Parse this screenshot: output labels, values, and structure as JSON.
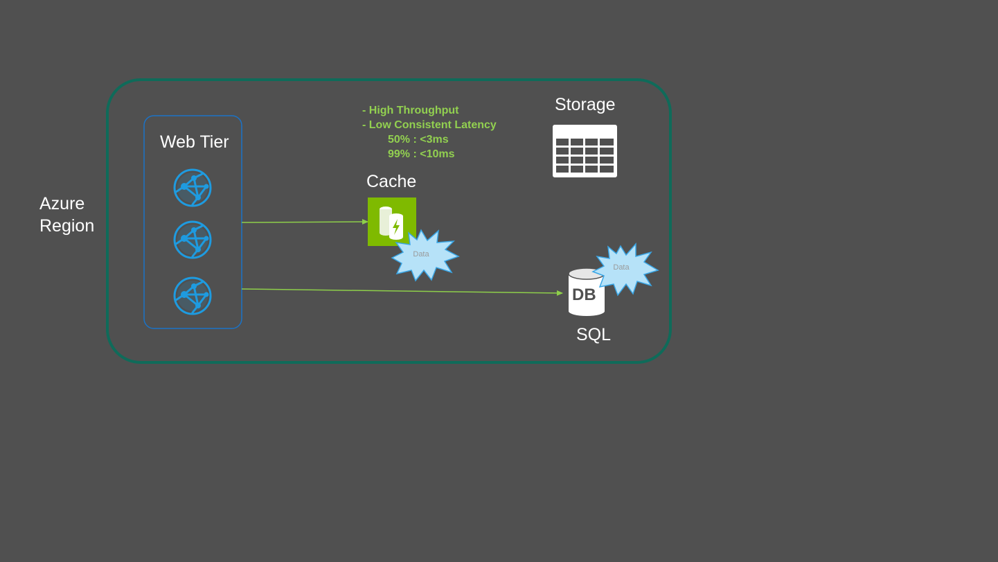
{
  "region": {
    "label_line1": "Azure",
    "label_line2": "Region"
  },
  "web_tier": {
    "label": "Web Tier",
    "icons": [
      "web-app-icon",
      "web-app-icon",
      "web-app-icon"
    ]
  },
  "notes": {
    "line1": "- High Throughput",
    "line2": "- Low Consistent Latency",
    "line3": "50% : <3ms",
    "line4": "99% : <10ms"
  },
  "cache": {
    "label": "Cache",
    "data_label": "Data",
    "icon": "redis-cache-icon"
  },
  "storage": {
    "label": "Storage",
    "icon": "table-storage-icon"
  },
  "sql": {
    "label": "SQL",
    "icon_text": "DB",
    "data_label": "Data",
    "icon": "sql-database-icon"
  },
  "colors": {
    "background": "#505050",
    "region_border": "#0f6b5a",
    "web_tier_border": "#1a73c8",
    "arrow": "#8ecf4a",
    "notes_text": "#92d050",
    "cache_green": "#7fba00",
    "web_icon_blue": "#1e9be0",
    "burst_fill": "#b6e2f8",
    "burst_stroke": "#3aa6e6"
  }
}
